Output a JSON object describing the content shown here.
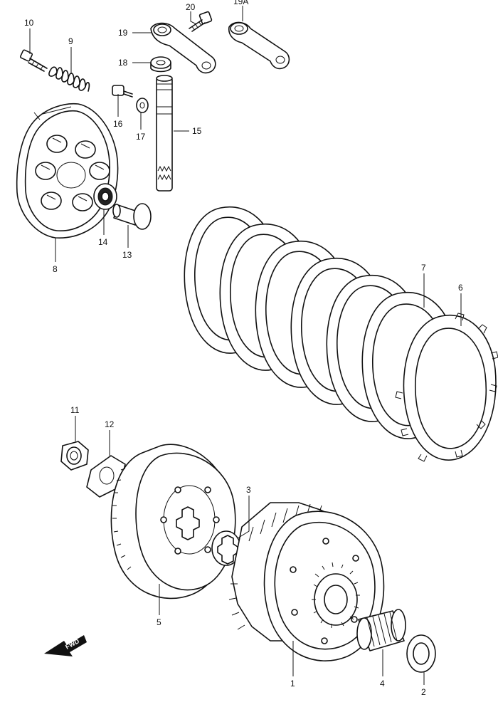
{
  "callouts": [
    {
      "id": "c1",
      "label": "1"
    },
    {
      "id": "c2",
      "label": "2"
    },
    {
      "id": "c3",
      "label": "3"
    },
    {
      "id": "c4",
      "label": "4"
    },
    {
      "id": "c5",
      "label": "5"
    },
    {
      "id": "c6",
      "label": "6"
    },
    {
      "id": "c7",
      "label": "7"
    },
    {
      "id": "c8",
      "label": "8"
    },
    {
      "id": "c9",
      "label": "9"
    },
    {
      "id": "c10",
      "label": "10"
    },
    {
      "id": "c11",
      "label": "11"
    },
    {
      "id": "c12",
      "label": "12"
    },
    {
      "id": "c13",
      "label": "13"
    },
    {
      "id": "c14",
      "label": "14"
    },
    {
      "id": "c15",
      "label": "15"
    },
    {
      "id": "c16",
      "label": "16"
    },
    {
      "id": "c17",
      "label": "17"
    },
    {
      "id": "c18",
      "label": "18"
    },
    {
      "id": "c19",
      "label": "19"
    },
    {
      "id": "c20",
      "label": "20"
    },
    {
      "id": "c19a",
      "label": "19A"
    }
  ],
  "direction_marker": {
    "label": "FWD"
  }
}
